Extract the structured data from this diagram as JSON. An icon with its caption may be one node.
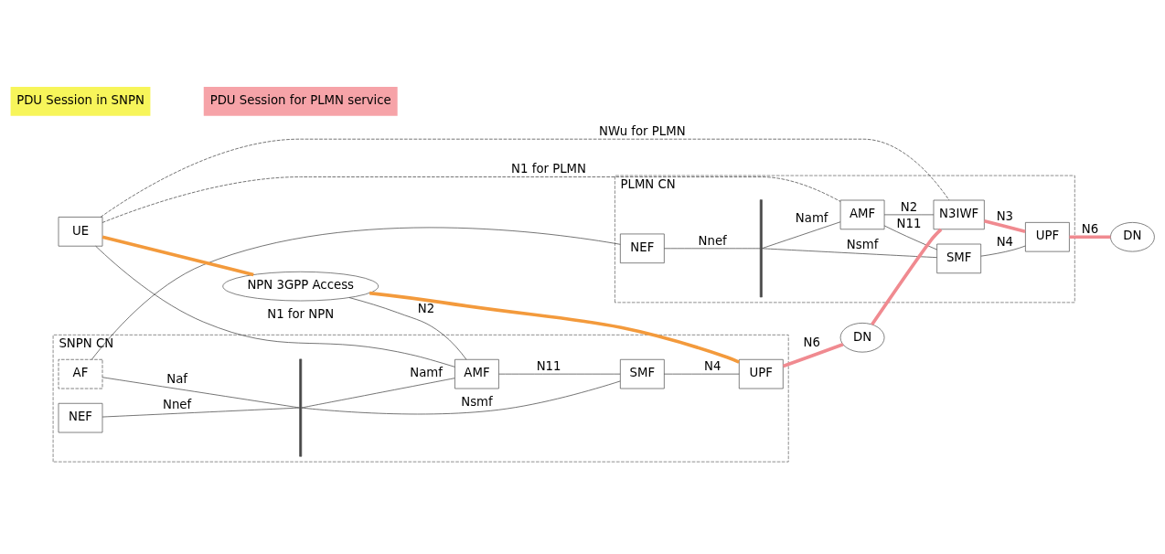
{
  "diagram": {
    "nodes": [
      {
        "text": [
          "SNPN CN"
        ]
      },
      {
        "text": [
          "NEF"
        ],
        "in": 0
      },
      {
        "text": [
          "AF"
        ],
        "in": 0
      },
      {
        "text": [],
        "shape": "bar",
        "in": 0
      },
      {
        "text": [
          "AMF"
        ],
        "in": 0
      },
      {
        "text": [
          "SMF"
        ],
        "in": 0
      },
      {
        "text": [
          "UPF"
        ],
        "in": 0
      },
      {
        "text": [
          "PLMN CN"
        ]
      },
      {
        "text": [
          "NEF"
        ],
        "in": 7
      },
      {
        "text": [],
        "shape": "bar",
        "in": 7
      },
      {
        "text": [
          "AMF"
        ],
        "in": 7
      },
      {
        "text": [
          "SMF"
        ],
        "in": 7
      },
      {
        "text": [
          "N3IWF"
        ],
        "in": 7
      },
      {
        "text": [
          "UPF"
        ],
        "in": 7
      },
      {
        "text": [
          "DN"
        ]
      },
      {
        "text": [
          "UE"
        ]
      },
      {
        "text": [
          "NPN 3GPP Access"
        ]
      },
      {
        "text": [
          "DN"
        ]
      }
    ],
    "edges": [
      {
        "from": 1,
        "to": 3,
        "arrow": "none",
        "label": "Nnef"
      },
      {
        "from": 2,
        "to": 3,
        "arrow": "none",
        "label": "Naf"
      },
      {
        "from": 3,
        "to": 4,
        "arrow": "none",
        "label": "Namf"
      },
      {
        "from": 3,
        "to": 5,
        "arrow": "none",
        "label": "Nsmf"
      },
      {
        "from": 2,
        "to": 8,
        "arrow": "none"
      },
      {
        "from": 8,
        "to": 9,
        "arrow": "none",
        "label": "Nnef"
      },
      {
        "from": 9,
        "to": 10,
        "arrow": "none",
        "label": "Namf"
      },
      {
        "from": 9,
        "to": 11,
        "arrow": "none",
        "label": "Nsmf"
      },
      {
        "from": 4,
        "to": 5,
        "arrow": "none",
        "label": "N11"
      },
      {
        "from": 10,
        "to": 11,
        "arrow": "none",
        "label": "N11"
      },
      {
        "from": 5,
        "to": 6,
        "arrow": "none",
        "label": "N4"
      },
      {
        "from": 10,
        "to": 12,
        "arrow": "none",
        "label": "N2"
      },
      {
        "from": 11,
        "to": 13,
        "arrow": "none",
        "label": "N4"
      },
      {
        "from": 15,
        "to": 4,
        "arrow": "none",
        "label": "N1 for NPN"
      },
      {
        "from": 16,
        "to": 4,
        "arrow": "none",
        "label": "N2"
      },
      {
        "from": 15,
        "to": 16,
        "arrow": "none",
        "style": "thick",
        "color": "#f39a3c"
      },
      {
        "from": 16,
        "to": 6,
        "arrow": "none",
        "style": "thick",
        "color": "#f39a3c"
      },
      {
        "from": 15,
        "to": 10,
        "arrow": "none",
        "style": "dashed",
        "label": "N1 for PLMN"
      },
      {
        "from": 15,
        "to": 12,
        "arrow": "none",
        "style": "dashed",
        "label": "NWu for PLMN"
      },
      {
        "from": 6,
        "to": 14,
        "arrow": "none",
        "label": "N6",
        "style": "thick",
        "color": "#f08a90"
      },
      {
        "from": 14,
        "to": 12,
        "arrow": "none",
        "style": "thick",
        "color": "#f08a90"
      },
      {
        "from": 12,
        "to": 13,
        "arrow": "none",
        "label": "N3",
        "style": "thick",
        "color": "#f08a90"
      },
      {
        "from": 13,
        "to": 17,
        "arrow": "none",
        "label": "N6",
        "style": "thick",
        "color": "#f08a90"
      }
    ],
    "legend": [
      {
        "text": "PDU Session in SNPN",
        "color": "#f7f55a"
      },
      {
        "text": "PDU Session for PLMN service",
        "color": "#f6a3a8"
      }
    ]
  }
}
